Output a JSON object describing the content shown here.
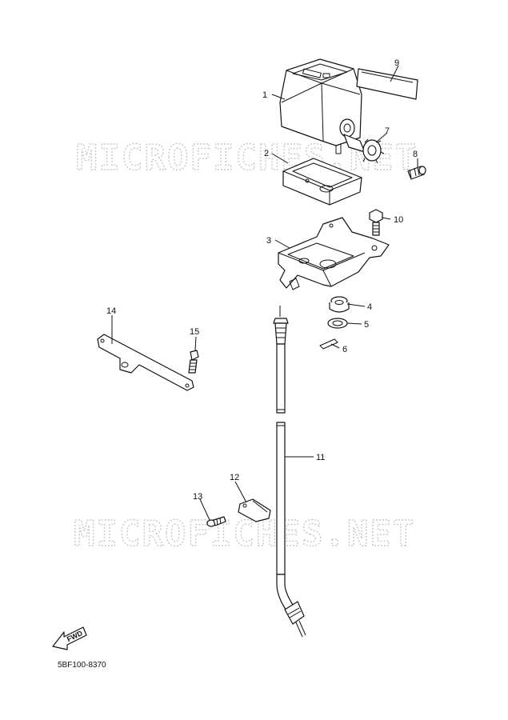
{
  "watermark": "MICROFICHES.NET",
  "diagram_code": "5BF100-8370",
  "fwd_label": "FWD",
  "callouts": [
    "1",
    "2",
    "3",
    "4",
    "5",
    "6",
    "7",
    "8",
    "9",
    "10",
    "11",
    "12",
    "13",
    "14",
    "15"
  ]
}
